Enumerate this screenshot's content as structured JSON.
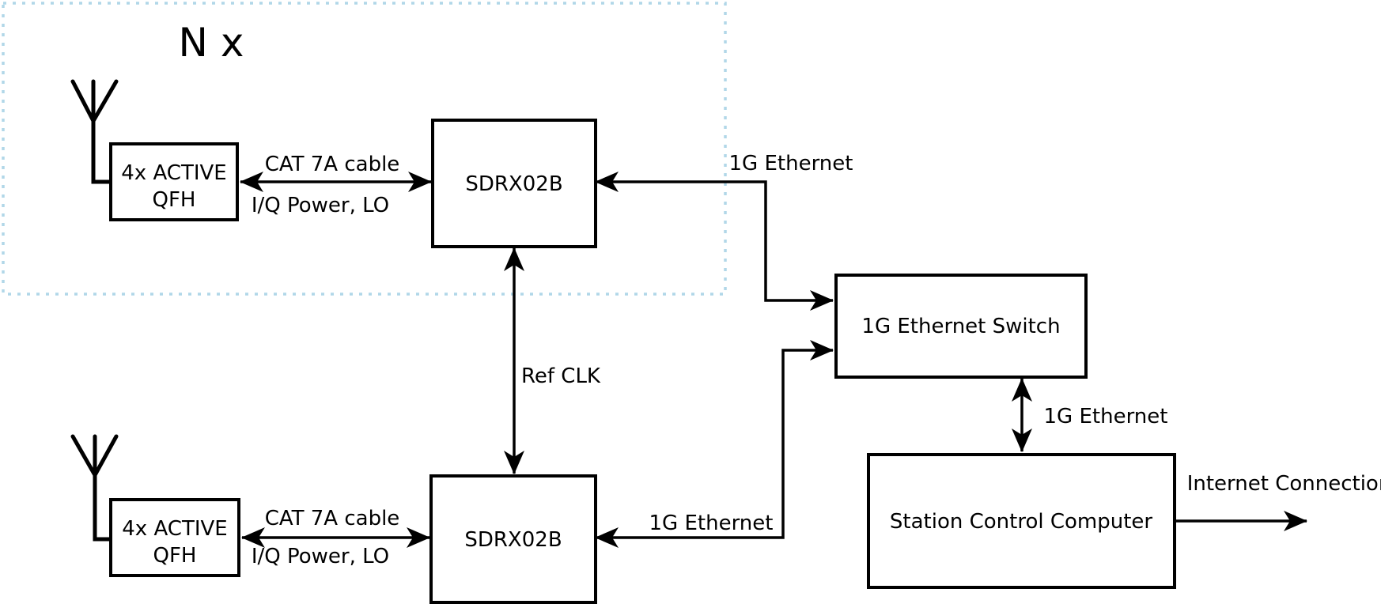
{
  "colors": {
    "accent": "#b1d7e8",
    "line": "#000000",
    "background": "#ffffff"
  },
  "replicated_group": {
    "label": "N x"
  },
  "nodes": {
    "qfh_top": {
      "line1": "4x ACTIVE",
      "line2": "QFH"
    },
    "sdrx_top": {
      "label": "SDRX02B"
    },
    "qfh_bottom": {
      "line1": "4x ACTIVE",
      "line2": "QFH"
    },
    "sdrx_bottom": {
      "label": "SDRX02B"
    },
    "ethernet_switch": {
      "label": "1G Ethernet Switch"
    },
    "station_control_computer": {
      "label": "Station Control Computer"
    }
  },
  "connections": {
    "qfh_sdrx_top": {
      "label_above": "CAT 7A cable",
      "label_below": "I/Q Power, LO"
    },
    "qfh_sdrx_bottom": {
      "label_above": "CAT 7A cable",
      "label_below": "I/Q Power, LO"
    },
    "sdrx_top_switch": {
      "label": "1G Ethernet"
    },
    "sdrx_bottom_switch": {
      "label": "1G Ethernet"
    },
    "ref_clk": {
      "label": "Ref CLK"
    },
    "switch_computer": {
      "label": "1G Ethernet"
    },
    "internet": {
      "label": "Internet Connection"
    }
  }
}
